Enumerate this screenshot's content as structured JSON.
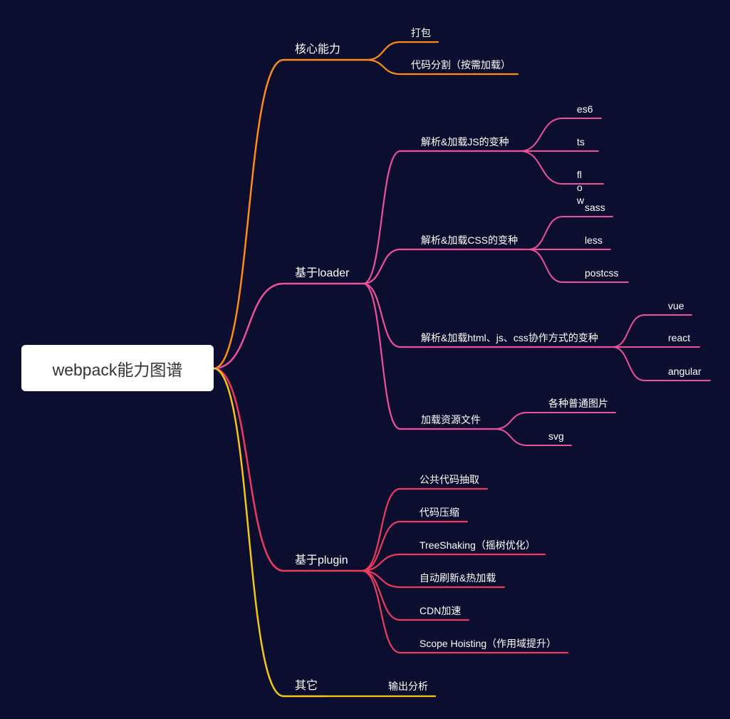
{
  "root": {
    "label": "webpack能力图谱"
  },
  "branches": [
    {
      "label": "核心能力",
      "color": "#ff8c1a",
      "children": [
        {
          "label": "打包",
          "children": []
        },
        {
          "label": "代码分割（按需加载）",
          "children": []
        }
      ]
    },
    {
      "label": "基于loader",
      "color": "#f0509a",
      "children": [
        {
          "label": "解析&加载JS的变种",
          "children": [
            "es6",
            "ts",
            "flow"
          ]
        },
        {
          "label": "解析&加载CSS的变种",
          "children": [
            "sass",
            "less",
            "postcss"
          ]
        },
        {
          "label": "解析&加载html、js、css协作方式的变种",
          "children": [
            "vue",
            "react",
            "angular"
          ]
        },
        {
          "label": "加载资源文件",
          "children": [
            "各种普通图片",
            "svg"
          ]
        }
      ]
    },
    {
      "label": "基于plugin",
      "color": "#ee3a5e",
      "children": [
        {
          "label": "公共代码抽取",
          "children": []
        },
        {
          "label": "代码压缩",
          "children": []
        },
        {
          "label": "TreeShaking（摇树优化）",
          "children": []
        },
        {
          "label": "自动刷新&热加载",
          "children": []
        },
        {
          "label": "CDN加速",
          "children": []
        },
        {
          "label": "Scope Hoisting（作用域提升）",
          "children": []
        }
      ]
    },
    {
      "label": "其它",
      "color": "#f5c518",
      "children": [
        {
          "label": "输出分析",
          "children": []
        }
      ]
    }
  ]
}
